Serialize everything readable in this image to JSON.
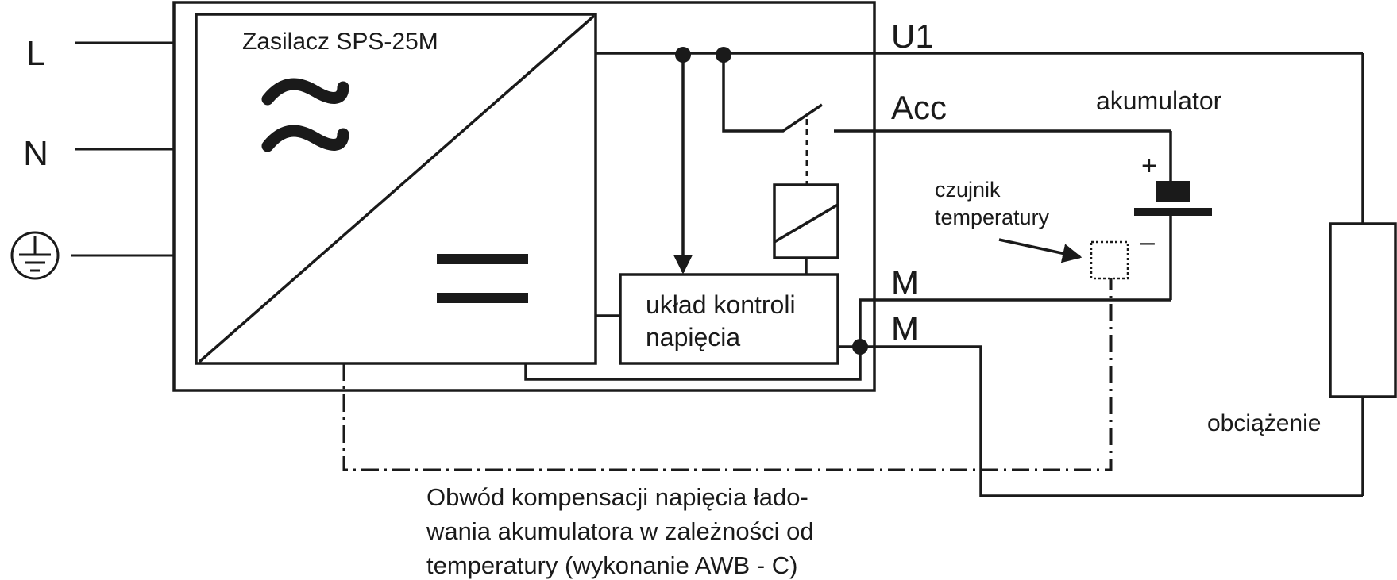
{
  "inputs": {
    "l_label": "L",
    "n_label": "N"
  },
  "psu": {
    "title": "Zasilacz SPS-25M",
    "ac_symbol": "≈",
    "dc_symbol": "="
  },
  "outputs": {
    "u1_label": "U1",
    "acc_label": "Acc",
    "m1_label": "M",
    "m2_label": "M"
  },
  "control_block": {
    "line1": "układ kontroli",
    "line2": "napięcia"
  },
  "battery": {
    "label": "akumulator",
    "plus": "+",
    "minus": "–"
  },
  "sensor": {
    "line1": "czujnik",
    "line2": "temperatury"
  },
  "load": {
    "label": "obciążenie"
  },
  "caption": {
    "line1": "Obwód kompensacji  napięcia łado-",
    "line2": "wania akumulatora w zależności od",
    "line3": "temperatury  (wykonanie  AWB - C)"
  }
}
